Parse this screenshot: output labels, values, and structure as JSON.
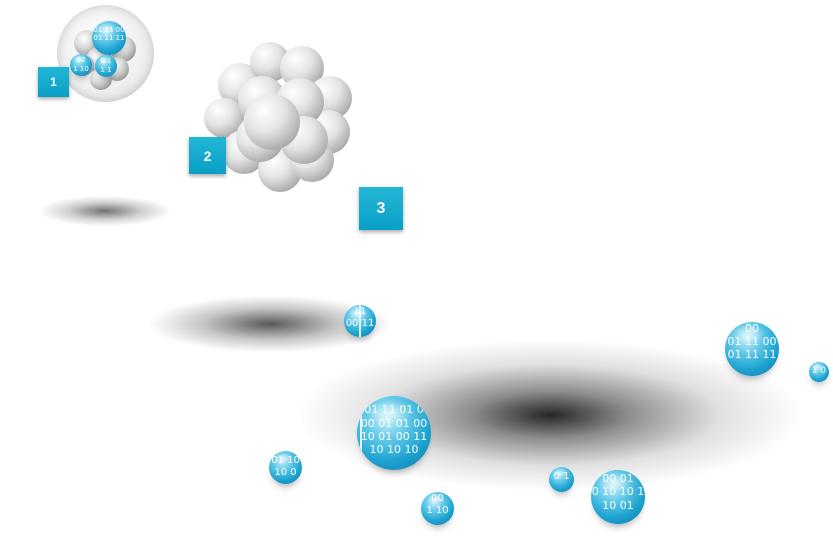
{
  "badges": [
    {
      "label": "1"
    },
    {
      "label": "2"
    },
    {
      "label": "3"
    }
  ],
  "orbs": {
    "glass_a": "01 11 00\n01 11 11",
    "glass_b": "00\n1 10",
    "glass_c": "0 1\n1 1",
    "mid": "11\n00 11",
    "right_top": "00\n01 11 00\n01 11 11",
    "big": "01 11 01 0\n00 01 01 00\n10 01 00 11\n10 10 10",
    "left_small": "01 10\n10 0",
    "bottom_a": "00\n1 10",
    "bottom_b": "0 1",
    "bottom_c": "00 01\n0 10 10 1\n10 01",
    "edge": "1 0"
  },
  "colors": {
    "badge": "#0aa0c6",
    "orb": "#1ea4d2",
    "cluster": "#e6e6e6",
    "background": "#ffffff"
  }
}
